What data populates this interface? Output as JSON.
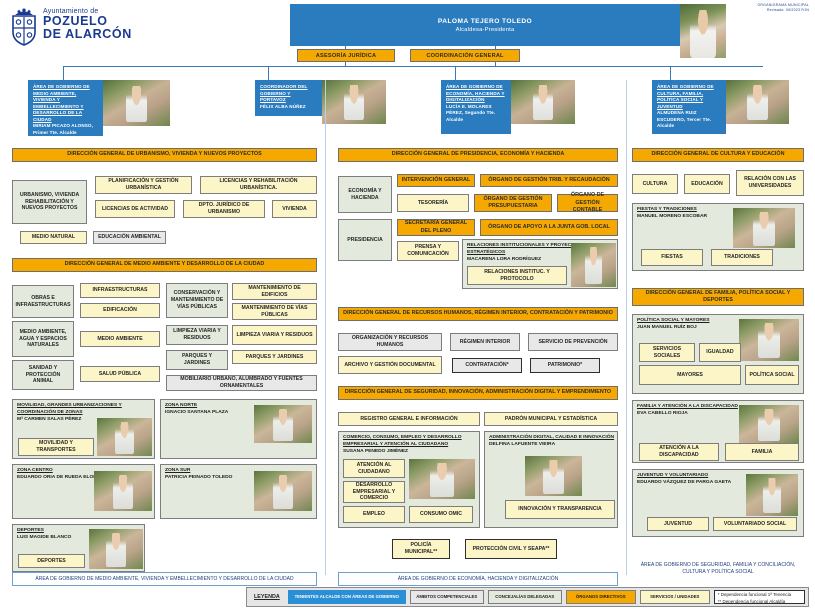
{
  "header": {
    "brand_small": "Ayuntamiento de",
    "brand_line1": "POZUELO",
    "brand_line2": "DE ALARCÓN",
    "topright_line1": "ORGANIGRAMA MUNICIPAL",
    "topright_line2": "Revisado: 09/2023 RJN"
  },
  "mayor": {
    "name": "PALOMA TEJERO TOLEDO",
    "role": "Alcaldesa-Presidenta",
    "photo_alt": "mayor-portrait"
  },
  "top_pills": {
    "asesoria": "ASESORÍA JURÍDICA",
    "coordinacion": "COORDINACIÓN GENERAL"
  },
  "area_heads": [
    {
      "title": "ÁREA DE GOBIERNO DE MEDIO AMBIENTE, VIVIENDA Y EMBELLECIMIENTO Y DESARROLLO DE LA CIUDAD",
      "person": "MIRIAM PICAZO ALONSO, Primer Tte. Alcalde"
    },
    {
      "title": "COORDINADOR DEL GOBIERNO Y PORTAVOZ",
      "person": "FÉLIX ALBA NÚÑEZ"
    },
    {
      "title": "ÁREA DE GOBIERNO DE ECONOMÍA, HACIENDA Y DIGITALIZACIÓN",
      "person": "LUCÍA E. MOLARES PÉREZ, Segundo Tte. Alcalde"
    },
    {
      "title": "ÁREA DE GOBIERNO DE CULTURA, FAMILIA, POLÍTICA SOCIAL Y JUVENTUD",
      "person": "ALMUDENA RUIZ ESCUDERO, Tercer Tte. Alcalde"
    }
  ],
  "left_column": {
    "dg_urbanismo": "DIRECCIÓN GENERAL DE URBANISMO, VIVIENDA Y NUEVOS PROYECTOS",
    "amb_urbanismo": "URBANISMO, VIVIENDA REHABILITACIÓN Y NUEVOS PROYECTOS",
    "b_planificacion": "PLANIFICACIÓN Y GESTIÓN URBANÍSTICA",
    "b_licencias_rehab": "LICENCIAS Y REHABILITACIÓN URBANÍSTICA.",
    "b_licencias_act": "LICENCIAS DE ACTIVIDAD",
    "b_dpto_juridico": "DPTO. JURÍDICO DE URBANISMO",
    "b_vivienda": "VIVIENDA",
    "b_medio_natural": "MEDIO NATURAL",
    "b_educacion_amb": "EDUCACIÓN AMBIENTAL",
    "dg_medioambiente": "DIRECCIÓN GENERAL DE MEDIO AMBIENTE Y DESARROLLO DE LA CIUDAD",
    "amb_obras": "OBRAS E INFRAESTRUCTURAS",
    "amb_medio_agua": "MEDIO AMBIENTE, AGUA Y ESPACIOS NATURALES",
    "amb_sanidad": "SANIDAD Y PROTECCIÓN ANIMAL",
    "b_infraestructuras": "INFRAESTRUCTURAS",
    "b_edificacion": "EDIFICACIÓN",
    "b_medio_ambiente": "MEDIO AMBIENTE",
    "b_salud_publica": "SALUD PÚBLICA",
    "b_conservacion": "CONSERVACIÓN Y MANTENIMIENTO DE VÍAS PÚBLICAS",
    "b_limpieza1": "LIMPIEZA VIARIA Y RESIDUOS",
    "b_parques1": "PARQUES Y JARDINES",
    "b_mant_edificios": "MANTENIMIENTO DE EDIFICIOS",
    "b_mant_vias": "MANTENIMIENTO DE VÍAS PÚBLICAS",
    "b_limpieza2": "LIMPIEZA VIARIA Y RESIDUOS",
    "b_parques2": "PARQUES Y JARDINES",
    "b_mobiliario": "MOBILIARIO URBANO, ALUMBRADO Y FUENTES ORNAMENTALES",
    "p_movilidad_role": "MOVILIDAD, GRANDES URBANIZACIONES Y COORDINACIÓN DE ZONAS",
    "p_movilidad_name": "Mª CARMEN SALAS PÉREZ",
    "b_movilidad": "MOVILIDAD Y TRANSPORTES",
    "p_zona_norte_role": "ZONA NORTE",
    "p_zona_norte_name": "IGNACIO SANTANA PLAZA",
    "p_zona_centro_role": "ZONA CENTRO",
    "p_zona_centro_name": "EDUARDO ORIA DE RUEDA ELORRIAGA",
    "p_zona_sur_role": "ZONA SUR",
    "p_zona_sur_name": "PATRICIA PEINADO TOLEDO",
    "p_deportes_role": "DEPORTES",
    "p_deportes_name": "LUIS MAGIDE BLANCO",
    "b_deportes": "DEPORTES",
    "footer": "ÁREA DE GOBIERNO DE MEDIO AMBIENTE, VIVIENDA Y EMBELLECIMIENTO Y DESARROLLO DE LA CIUDAD"
  },
  "center_column": {
    "dg_presidencia": "DIRECCIÓN GENERAL DE PRESIDENCIA, ECONOMÍA Y HACIENDA",
    "amb_economia": "ECONOMÍA Y HACIENDA",
    "amb_presidencia": "PRESIDENCIA",
    "b_intervencion": "INTERVENCIÓN GENERAL",
    "b_organo_trib": "ÓRGANO DE GESTIÓN TRIB. Y RECAUDACIÓN",
    "b_tesoreria": "TESORERÍA",
    "b_organo_presup": "ÓRGANO DE GESTIÓN PRESUPUESTARIA",
    "b_organo_contable": "ÓRGANO DE GESTIÓN CONTABLE",
    "b_secretaria_pleno": "SECRETARÍA GENERAL DEL PLENO",
    "b_organo_junta": "ÓRGANO DE APOYO A LA JUNTA GOB. LOCAL",
    "b_prensa": "PRENSA Y COMUNICACIÓN",
    "p_relaciones_role": "RELACIONES INSTITUCIONALES Y PROYECTOS ESTRATÉGICOS",
    "p_relaciones_name": "MACARENA LORA RODRÍGUEZ",
    "b_relaciones_protocolo": "RELACIONES INSTITUC. Y PROTOCOLO",
    "dg_rrhh": "DIRECCIÓN GENERAL DE RECURSOS HUMANOS, RÉGIMEN INTERIOR, CONTRATACIÓN Y PATRIMONIO",
    "b_organizacion": "ORGANIZACIÓN Y RECURSOS HUMANOS",
    "b_regimen": "RÉGIMEN INTERIOR",
    "b_prevencion": "SERVICIO DE PREVENCIÓN",
    "b_archivo": "ARCHIVO Y GESTIÓN DOCUMENTAL",
    "b_contratacion": "CONTRATACIÓN*",
    "b_patrimonio": "PATRIMONIO*",
    "dg_seguridad": "DIRECCIÓN GENERAL DE SEGURIDAD, INNOVACIÓN, ADMINISTRACIÓN DIGITAL Y EMPRENDIMIENTO",
    "b_registro": "REGISTRO GENERAL E INFORMACIÓN",
    "b_padron": "PADRÓN MUNICIPAL Y ESTADÍSTICA",
    "p_comercio_role": "COMERCIO, CONSUMO, EMPLEO Y DESARROLLO EMPRESARIAL Y ATENCIÓN AL CIUDADANO",
    "p_comercio_name": "SUSANA PENEDO JIMÉNEZ",
    "b_atencion": "ATENCIÓN AL CIUDADANO",
    "b_desarrollo": "DESARROLLO EMPRESARIAL Y COMERCIO",
    "b_empleo": "EMPLEO",
    "b_consumo": "CONSUMO OMIC",
    "p_admin_role": "ADMINISTRACIÓN DIGITAL, CALIDAD E INNOVACIÓN",
    "p_admin_name": "DELFINA LAFUENTE VIEIRA",
    "b_innovacion": "INNOVACIÓN Y TRANSPARENCIA",
    "b_policia": "POLICÍA MUNICIPAL**",
    "b_proteccion": "PROTECCIÓN CIVIL Y SEAPA**",
    "footer": "ÁREA DE GOBIERNO DE ECONOMÍA, HACIENDA Y DIGITALIZACIÓN"
  },
  "right_column": {
    "dg_cultura": "DIRECCIÓN GENERAL DE  CULTURA Y EDUCACIÓN",
    "b_cultura": "CULTURA",
    "b_educacion": "EDUCACIÓN",
    "b_universidades": "RELACIÓN CON LAS UNIVERSIDADES",
    "p_fiestas_role": "FIESTAS Y TRADICIONES",
    "p_fiestas_name": "MANUEL MORENO ESCOBAR",
    "b_fiestas": "FIESTAS",
    "b_tradiciones": "TRADICIONES",
    "dg_familia": "DIRECCIÓN GENERAL DE FAMILIA, POLÍTICA SOCIAL Y DEPORTES",
    "p_politica_role": "POLÍTICA SOCIAL Y MAYORES",
    "p_politica_name": "JUAN MANUEL RUÍZ BOJ",
    "b_servicios_sociales": "SERVICIOS SOCIALES",
    "b_igualdad": "IGUALDAD",
    "b_mayores": "MAYORES",
    "b_politica_social": "POLÍTICA SOCIAL",
    "p_discapacidad_role": "FAMILIA Y ATENCIÓN A LA DISCAPACIDAD",
    "p_discapacidad_name": "EVA CABELLO RIOJA",
    "b_atencion_discap": "ATENCIÓN A LA DISCAPACIDAD",
    "b_familia": "FAMILIA",
    "p_juventud_role": "JUVENTUD Y VOLUNTARIADO",
    "p_juventud_name": "EDUARDO VÁZQUEZ DE PARGA GAETA",
    "b_juventud": "JUVENTUD",
    "b_voluntariado": "VOLUNTARIADO SOCIAL",
    "footer": "ÁREA DE GOBIERNO DE SEGURIDAD, FAMILIA Y CONCILIACIÓN, CULTURA Y POLÍTICA SOCIAL"
  },
  "legend": {
    "title": "LEYENDA",
    "chip_blue": "TENIENTES ALCALDE CON ÁREAS DE GOBIERNO",
    "chip_grey": "ÁMBITOS COMPETENCIALES",
    "chip_green": "CONCEJALÍAS DELEGADAS",
    "chip_orange": "ÓRGANOS DIRECTIVOS",
    "chip_yellow": "SERVICIOS / UNIDADES",
    "note1": "* Dependencia funcional 1ª Tenencia",
    "note2": "** Dependencia funcional Alcaldía"
  },
  "colors": {
    "blue": "#2b7cbf",
    "orange": "#f5a800",
    "green": "#e3e9dc",
    "yellow": "#fbf5c8",
    "grey": "#e8e8e8"
  }
}
